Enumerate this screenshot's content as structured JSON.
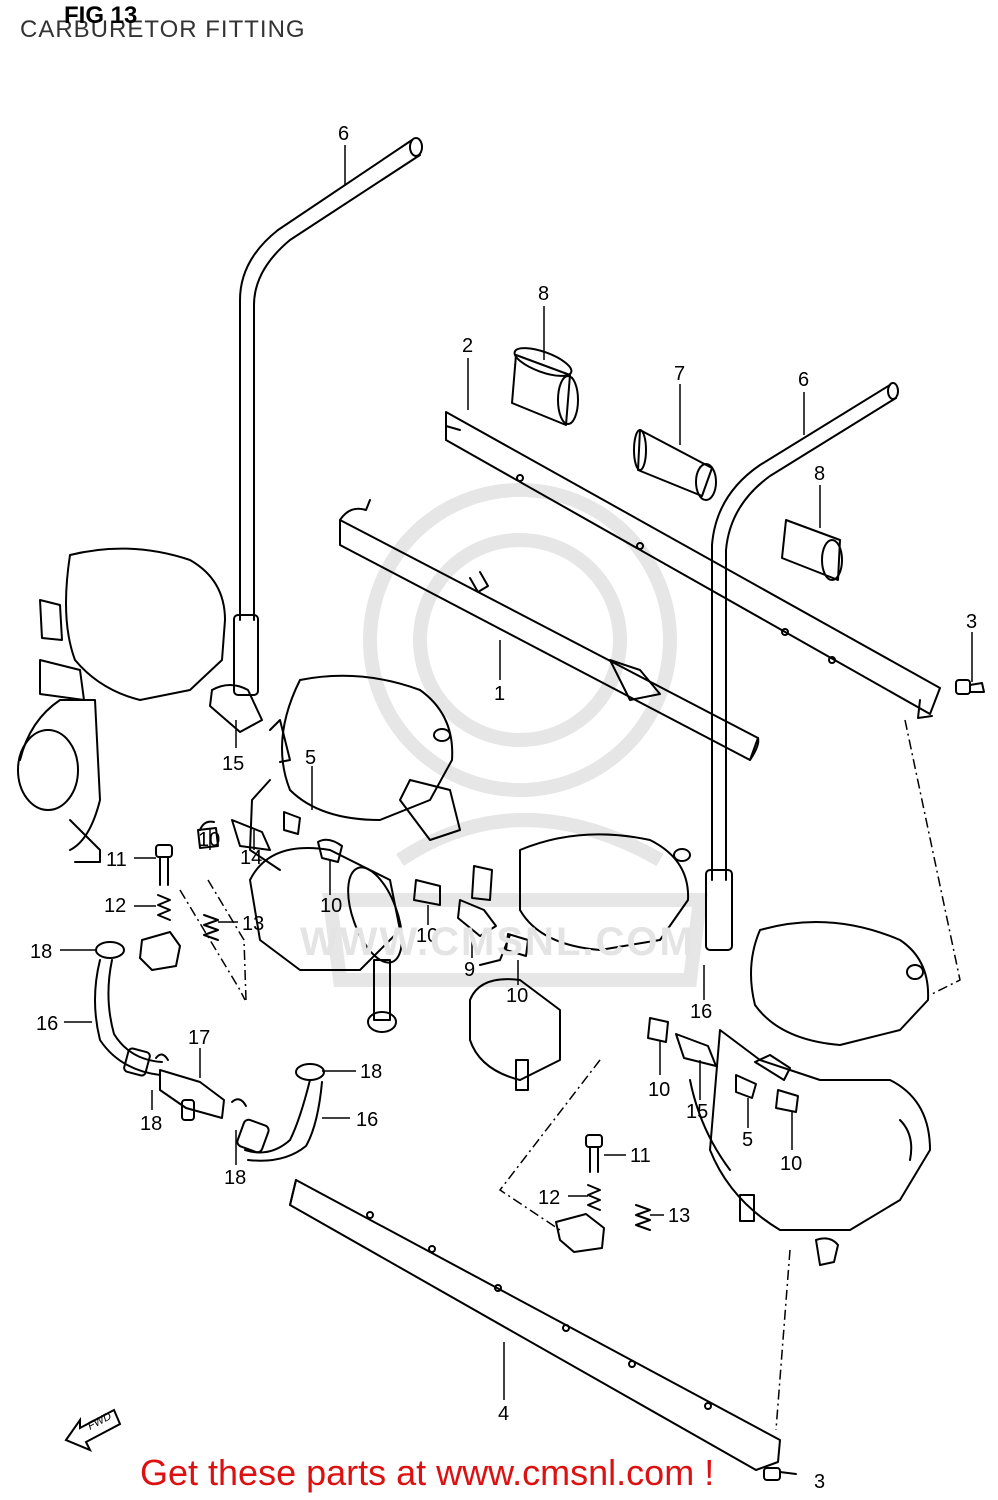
{
  "figure": {
    "title": "FIG 13",
    "subtitle": "CARBURETOR FITTING"
  },
  "watermark": {
    "text": "WWW.CMSNL.COM",
    "color": "#e4e4e4"
  },
  "footer": {
    "text": "Get these parts at www.cmsnl.com !",
    "color": "#dd1111"
  },
  "fwd_label": "FWD",
  "callouts": [
    {
      "id": "c1",
      "text": "1"
    },
    {
      "id": "c2",
      "text": "2"
    },
    {
      "id": "c3a",
      "text": "3"
    },
    {
      "id": "c3b",
      "text": "3"
    },
    {
      "id": "c4",
      "text": "4"
    },
    {
      "id": "c5a",
      "text": "5"
    },
    {
      "id": "c5b",
      "text": "5"
    },
    {
      "id": "c6a",
      "text": "6"
    },
    {
      "id": "c6b",
      "text": "6"
    },
    {
      "id": "c7",
      "text": "7"
    },
    {
      "id": "c8a",
      "text": "8"
    },
    {
      "id": "c8b",
      "text": "8"
    },
    {
      "id": "c9",
      "text": "9"
    },
    {
      "id": "c10a",
      "text": "10"
    },
    {
      "id": "c10b",
      "text": "10"
    },
    {
      "id": "c10c",
      "text": "10"
    },
    {
      "id": "c10d",
      "text": "10"
    },
    {
      "id": "c10e",
      "text": "10"
    },
    {
      "id": "c10f",
      "text": "10"
    },
    {
      "id": "c11a",
      "text": "11"
    },
    {
      "id": "c11b",
      "text": "11"
    },
    {
      "id": "c12a",
      "text": "12"
    },
    {
      "id": "c12b",
      "text": "12"
    },
    {
      "id": "c13a",
      "text": "13"
    },
    {
      "id": "c13b",
      "text": "13"
    },
    {
      "id": "c14",
      "text": "14"
    },
    {
      "id": "c15a",
      "text": "15"
    },
    {
      "id": "c15b",
      "text": "15"
    },
    {
      "id": "c16a",
      "text": "16"
    },
    {
      "id": "c16b",
      "text": "16"
    },
    {
      "id": "c16c",
      "text": "16"
    },
    {
      "id": "c17",
      "text": "17"
    },
    {
      "id": "c18a",
      "text": "18"
    },
    {
      "id": "c18b",
      "text": "18"
    },
    {
      "id": "c18c",
      "text": "18"
    },
    {
      "id": "c18d",
      "text": "18"
    }
  ]
}
